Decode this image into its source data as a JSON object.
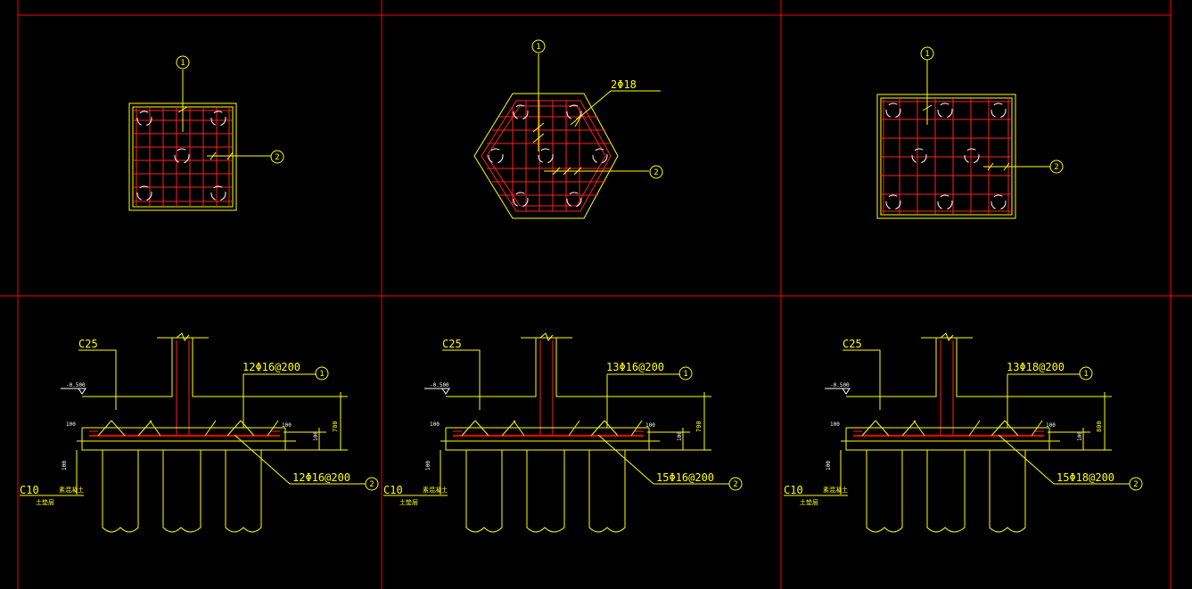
{
  "colors": {
    "background": "#000000",
    "frame": "#ff0000",
    "outline": "#ffff00",
    "rebar": "#ff2020",
    "white": "#ffffff"
  },
  "plans": [
    {
      "id": "square",
      "bar_marks": [
        "1",
        "2"
      ]
    },
    {
      "id": "hexagon",
      "bar_marks": [
        "1",
        "2"
      ],
      "rebar_note": "2Φ18"
    },
    {
      "id": "rectangle",
      "bar_marks": [
        "1",
        "2"
      ]
    }
  ],
  "sections": [
    {
      "concrete": "C25",
      "elevation": "-0.500",
      "rebar_top": "12Φ16@200",
      "rebar_bottom": "12Φ16@200",
      "depth": "700",
      "mark_top": "1",
      "mark_bottom": "2",
      "pad_concrete": "C10",
      "pad_label_1": "素混凝土",
      "pad_label_2": "土垫层",
      "dim_small_a": "100",
      "dim_small_b": "100",
      "dim_small_c": "100",
      "dim_small_d": "100"
    },
    {
      "concrete": "C25",
      "elevation": "-0.500",
      "rebar_top": "13Φ16@200",
      "rebar_bottom": "15Φ16@200",
      "depth": "700",
      "mark_top": "1",
      "mark_bottom": "2",
      "pad_concrete": "C10",
      "pad_label_1": "素混凝土",
      "pad_label_2": "土垫层",
      "dim_small_a": "100",
      "dim_small_b": "100",
      "dim_small_c": "100",
      "dim_small_d": "100"
    },
    {
      "concrete": "C25",
      "elevation": "-0.500",
      "rebar_top": "13Φ18@200",
      "rebar_bottom": "15Φ18@200",
      "depth": "800",
      "mark_top": "1",
      "mark_bottom": "2",
      "pad_concrete": "C10",
      "pad_label_1": "素混凝土",
      "pad_label_2": "土垫层",
      "dim_small_a": "100",
      "dim_small_b": "100",
      "dim_small_c": "100",
      "dim_small_d": "100"
    }
  ]
}
